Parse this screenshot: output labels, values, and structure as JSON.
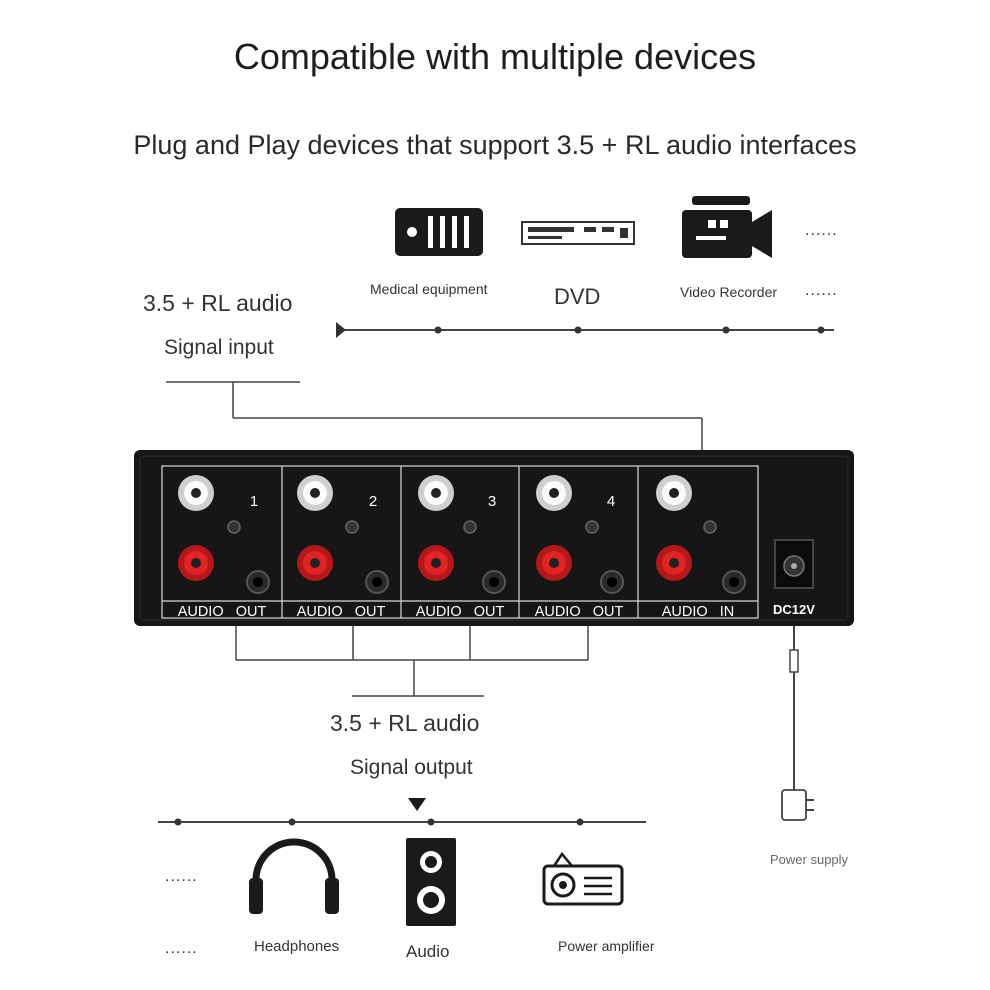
{
  "heading": "Compatible with multiple devices",
  "subheading": "Plug and Play devices that support 3.5 + RL audio interfaces",
  "input_devices": {
    "medical": "Medical equipment",
    "dvd": "DVD",
    "video_recorder": "Video Recorder",
    "more": "......"
  },
  "input_label": {
    "line1": "3.5 + RL audio",
    "line2": "Signal input"
  },
  "panel": {
    "channels": [
      "1",
      "2",
      "3",
      "4"
    ],
    "out_label": "AUDIO   OUT",
    "in_label": "AUDIO   IN",
    "power_label": "DC12V"
  },
  "output_label": {
    "line1": "3.5 + RL audio",
    "line2": "Signal output"
  },
  "output_devices": {
    "headphones": "Headphones",
    "audio": "Audio",
    "power_amplifier": "Power amplifier",
    "more": "......"
  },
  "power_supply": "Power supply",
  "colors": {
    "panel": "#161616",
    "jack_red": "#d42020",
    "jack_white": "#f2f2f2"
  }
}
